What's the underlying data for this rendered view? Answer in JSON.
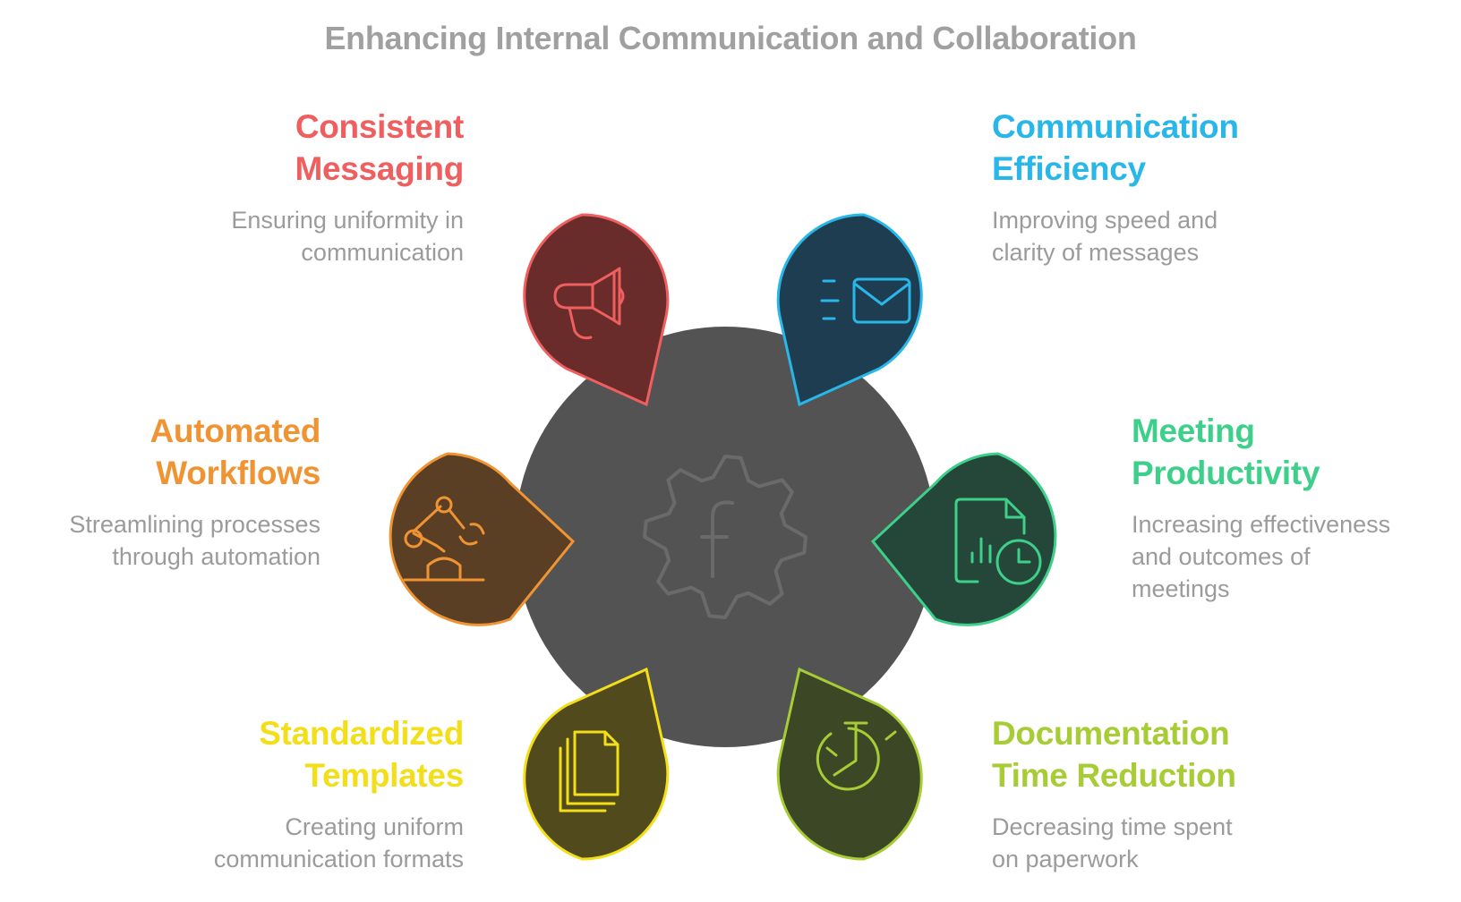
{
  "title": "Enhancing Internal Communication and Collaboration",
  "center": {
    "icon": "gear-f-icon"
  },
  "items": [
    {
      "key": "consistent-messaging",
      "heading": [
        "Consistent",
        "Messaging"
      ],
      "description": [
        "Ensuring uniformity in",
        "communication"
      ],
      "color": "#ef5f5f",
      "fill": "#6a2c2a",
      "icon": "megaphone-icon"
    },
    {
      "key": "communication-efficiency",
      "heading": [
        "Communication",
        "Efficiency"
      ],
      "description": [
        "Improving speed and",
        "clarity of messages"
      ],
      "color": "#29b6e8",
      "fill": "#1f3d50",
      "icon": "envelope-icon"
    },
    {
      "key": "automated-workflows",
      "heading": [
        "Automated",
        "Workflows"
      ],
      "description": [
        "Streamlining processes",
        "through automation"
      ],
      "color": "#f09433",
      "fill": "#5a3f24",
      "icon": "robot-arm-icon"
    },
    {
      "key": "meeting-productivity",
      "heading": [
        "Meeting",
        "Productivity"
      ],
      "description": [
        "Increasing effectiveness",
        "and outcomes of",
        "meetings"
      ],
      "color": "#3ed08a",
      "fill": "#25473a",
      "icon": "report-clock-icon"
    },
    {
      "key": "standardized-templates",
      "heading": [
        "Standardized",
        "Templates"
      ],
      "description": [
        "Creating uniform",
        "communication formats"
      ],
      "color": "#f3de1a",
      "fill": "#504a1c",
      "icon": "documents-icon"
    },
    {
      "key": "documentation-time-reduction",
      "heading": [
        "Documentation",
        "Time Reduction"
      ],
      "description": [
        "Decreasing time spent",
        "on paperwork"
      ],
      "color": "#a8cc36",
      "fill": "#3c4726",
      "icon": "stopwatch-icon"
    }
  ]
}
